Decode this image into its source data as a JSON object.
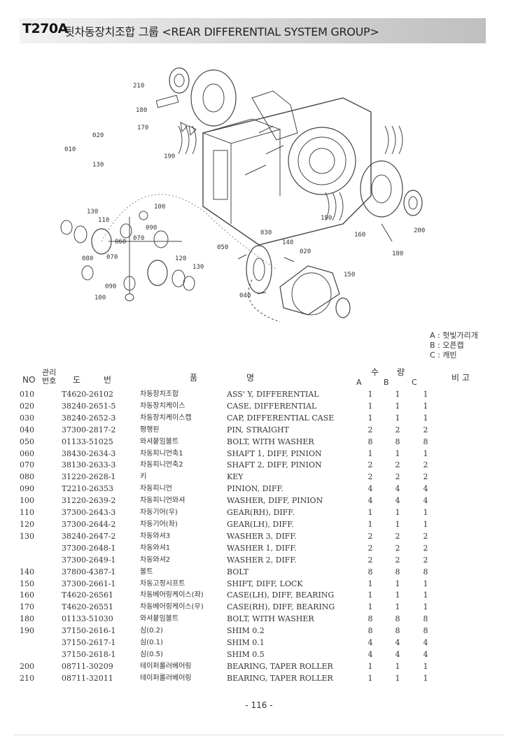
{
  "title": {
    "code": "T270A",
    "text": "뒷차동장치조합 그룹 <REAR DIFFERENTIAL SYSTEM GROUP>"
  },
  "callouts": [
    "210",
    "180",
    "170",
    "010",
    "020",
    "130",
    "190",
    "190",
    "160",
    "200",
    "180",
    "100",
    "130",
    "110",
    "090",
    "070",
    "060",
    "080",
    "070",
    "090",
    "100",
    "030",
    "050",
    "140",
    "020",
    "120",
    "130",
    "150",
    "040"
  ],
  "legend": [
    "A : 헛빛가리개",
    "B : 오픈캡",
    "C : 캐빈"
  ],
  "headers": {
    "no": "NO",
    "mgmt1": "관리",
    "mgmt2": "번호",
    "drawing1": "도",
    "drawing2": "번",
    "part1": "품",
    "part2": "명",
    "qty1": "수",
    "qty2": "량",
    "col_a": "A",
    "col_b": "B",
    "col_c": "C",
    "remarks": "비 고"
  },
  "rows": [
    {
      "no": "010",
      "pn": "T4620-26102",
      "kr": "차동장치조합",
      "en": "ASS' Y, DIFFERENTIAL",
      "a": "1",
      "b": "1",
      "c": "1"
    },
    {
      "no": "020",
      "pn": "38240-2651-5",
      "kr": "차동장치케이스",
      "en": "CASE, DIFFERENTIAL",
      "a": "1",
      "b": "1",
      "c": "1"
    },
    {
      "no": "030",
      "pn": "38240-2652-3",
      "kr": "차동장치케이스캡",
      "en": "CAP, DIFFERENTIAL CASE",
      "a": "1",
      "b": "1",
      "c": "1"
    },
    {
      "no": "040",
      "pn": "37300-2817-2",
      "kr": "평행핀",
      "en": "PIN, STRAIGHT",
      "a": "2",
      "b": "2",
      "c": "2"
    },
    {
      "no": "050",
      "pn": "01133-51025",
      "kr": "와셔붙임볼트",
      "en": "BOLT, WITH WASHER",
      "a": "8",
      "b": "8",
      "c": "8"
    },
    {
      "no": "060",
      "pn": "38430-2634-3",
      "kr": "차동피니언축1",
      "en": "SHAFT 1, DIFF, PINION",
      "a": "1",
      "b": "1",
      "c": "1"
    },
    {
      "no": "070",
      "pn": "38130-2633-3",
      "kr": "차동피니언축2",
      "en": "SHAFT 2, DIFF, PINION",
      "a": "2",
      "b": "2",
      "c": "2"
    },
    {
      "no": "080",
      "pn": "31220-2628-1",
      "kr": "키",
      "en": "KEY",
      "a": "2",
      "b": "2",
      "c": "2"
    },
    {
      "no": "090",
      "pn": "T2210-26353",
      "kr": "차동피니언",
      "en": "PINION, DIFF.",
      "a": "4",
      "b": "4",
      "c": "4"
    },
    {
      "no": "100",
      "pn": "31220-2639-2",
      "kr": "차동피니언와셔",
      "en": "WASHER, DIFF, PINION",
      "a": "4",
      "b": "4",
      "c": "4"
    },
    {
      "no": "110",
      "pn": "37300-2643-3",
      "kr": "차동기어(우)",
      "en": "GEAR(RH), DIFF.",
      "a": "1",
      "b": "1",
      "c": "1"
    },
    {
      "no": "120",
      "pn": "37300-2644-2",
      "kr": "차동기어(좌)",
      "en": "GEAR(LH), DIFF.",
      "a": "1",
      "b": "1",
      "c": "1"
    },
    {
      "no": "130",
      "pn": "38240-2647-2",
      "kr": "차동와셔3",
      "en": "WASHER 3, DIFF.",
      "a": "2",
      "b": "2",
      "c": "2"
    },
    {
      "no": "",
      "pn": "37300-2648-1",
      "kr": "차동와셔1",
      "en": "WASHER 1, DIFF.",
      "a": "2",
      "b": "2",
      "c": "2"
    },
    {
      "no": "",
      "pn": "37300-2649-1",
      "kr": "차동와셔2",
      "en": "WASHER 2, DIFF.",
      "a": "2",
      "b": "2",
      "c": "2"
    },
    {
      "no": "140",
      "pn": "37800-4387-1",
      "kr": "볼트",
      "en": "BOLT",
      "a": "8",
      "b": "8",
      "c": "8"
    },
    {
      "no": "150",
      "pn": "37300-2661-1",
      "kr": "차동고정시프트",
      "en": "SHIFT, DIFF, LOCK",
      "a": "1",
      "b": "1",
      "c": "1"
    },
    {
      "no": "160",
      "pn": "T4620-26561",
      "kr": "차동베어링케이스(좌)",
      "en": "CASE(LH), DIFF, BEARING",
      "a": "1",
      "b": "1",
      "c": "1"
    },
    {
      "no": "170",
      "pn": "T4620-26551",
      "kr": "차동베어링케이스(우)",
      "en": "CASE(RH), DIFF, BEARING",
      "a": "1",
      "b": "1",
      "c": "1"
    },
    {
      "no": "180",
      "pn": "01133-51030",
      "kr": "와셔붙임볼트",
      "en": "BOLT, WITH WASHER",
      "a": "8",
      "b": "8",
      "c": "8"
    },
    {
      "no": "190",
      "pn": "37150-2616-1",
      "kr": "심(0.2)",
      "en": "SHIM 0.2",
      "a": "8",
      "b": "8",
      "c": "8"
    },
    {
      "no": "",
      "pn": "37150-2617-1",
      "kr": "심(0.1)",
      "en": "SHIM 0.1",
      "a": "4",
      "b": "4",
      "c": "4"
    },
    {
      "no": "",
      "pn": "37150-2618-1",
      "kr": "심(0.5)",
      "en": "SHIM 0.5",
      "a": "4",
      "b": "4",
      "c": "4"
    },
    {
      "no": "200",
      "pn": "08711-30209",
      "kr": "테이퍼롤러베어링",
      "en": "BEARING, TAPER ROLLER",
      "a": "1",
      "b": "1",
      "c": "1"
    },
    {
      "no": "210",
      "pn": "08711-32011",
      "kr": "테이퍼롤러베어링",
      "en": "BEARING, TAPER ROLLER",
      "a": "1",
      "b": "1",
      "c": "1"
    }
  ],
  "page_number": "- 116 -"
}
